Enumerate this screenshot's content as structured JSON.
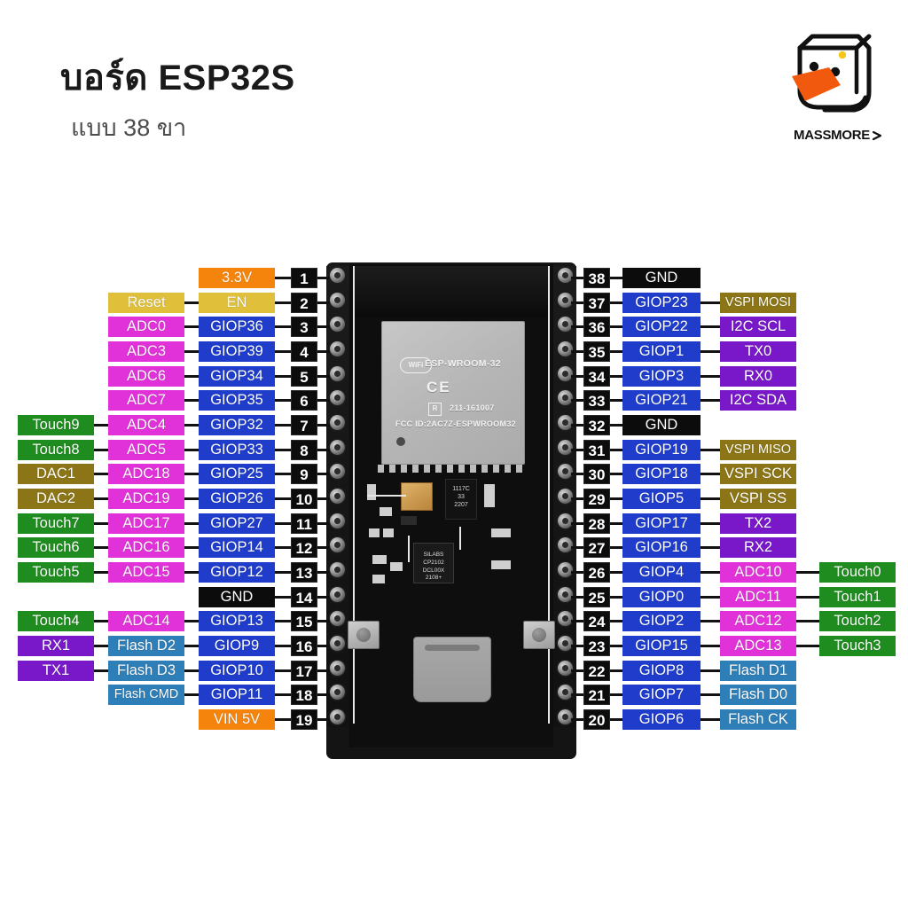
{
  "header": {
    "title": "บอร์ด ESP32S",
    "subtitle": "แบบ 38 ขา"
  },
  "logo": {
    "brand": "MASSMORE",
    "icon": "box-duck-mascot-icon",
    "accent_color": "#f15a0e",
    "dot_color": "#f5c518"
  },
  "board": {
    "module": {
      "wifi_label": "WiFi",
      "name": "ESP-WROOM-32",
      "ce_mark": "CE",
      "r_mark": "R",
      "cert_number": "211-161007",
      "fcc_id": "FCC ID:2AC7Z-ESPWROOM32"
    },
    "usb_chip": "SILABS\nCP2102\nDCL00X\n2108+",
    "regulator": "1117C\n33\n2207",
    "connector": "usb-c-connector",
    "buttons": [
      "boot-button",
      "en-reset-button"
    ]
  },
  "colors": {
    "power_3v3": "#f5840c",
    "enable": "#e0c03a",
    "gpio": "#1f3ccb",
    "adc": "#e032d8",
    "touch": "#1e8c1e",
    "dac": "#8b7516",
    "uart": "#7818c8",
    "flash": "#2e7eb8",
    "ground": "#0c0c0c",
    "vspi": "#8b7516",
    "i2c": "#7818c8"
  },
  "left_pins": [
    {
      "num": "1",
      "gpio": "3.3V",
      "gpio_color": "c-orange",
      "alt1": "",
      "alt1_color": "",
      "alt2": "",
      "alt2_color": ""
    },
    {
      "num": "2",
      "gpio": "EN",
      "gpio_color": "c-gold",
      "alt1": "Reset",
      "alt1_color": "c-gold",
      "alt2": "",
      "alt2_color": ""
    },
    {
      "num": "3",
      "gpio": "GIOP36",
      "gpio_color": "c-blue",
      "alt1": "ADC0",
      "alt1_color": "c-magenta",
      "alt2": "",
      "alt2_color": ""
    },
    {
      "num": "4",
      "gpio": "GIOP39",
      "gpio_color": "c-blue",
      "alt1": "ADC3",
      "alt1_color": "c-magenta",
      "alt2": "",
      "alt2_color": ""
    },
    {
      "num": "5",
      "gpio": "GIOP34",
      "gpio_color": "c-blue",
      "alt1": "ADC6",
      "alt1_color": "c-magenta",
      "alt2": "",
      "alt2_color": ""
    },
    {
      "num": "6",
      "gpio": "GIOP35",
      "gpio_color": "c-blue",
      "alt1": "ADC7",
      "alt1_color": "c-magenta",
      "alt2": "",
      "alt2_color": ""
    },
    {
      "num": "7",
      "gpio": "GIOP32",
      "gpio_color": "c-blue",
      "alt1": "ADC4",
      "alt1_color": "c-magenta",
      "alt2": "Touch9",
      "alt2_color": "c-green"
    },
    {
      "num": "8",
      "gpio": "GIOP33",
      "gpio_color": "c-blue",
      "alt1": "ADC5",
      "alt1_color": "c-magenta",
      "alt2": "Touch8",
      "alt2_color": "c-green"
    },
    {
      "num": "9",
      "gpio": "GIOP25",
      "gpio_color": "c-blue",
      "alt1": "ADC18",
      "alt1_color": "c-magenta",
      "alt2": "DAC1",
      "alt2_color": "c-olive"
    },
    {
      "num": "10",
      "gpio": "GIOP26",
      "gpio_color": "c-blue",
      "alt1": "ADC19",
      "alt1_color": "c-magenta",
      "alt2": "DAC2",
      "alt2_color": "c-olive"
    },
    {
      "num": "11",
      "gpio": "GIOP27",
      "gpio_color": "c-blue",
      "alt1": "ADC17",
      "alt1_color": "c-magenta",
      "alt2": "Touch7",
      "alt2_color": "c-green"
    },
    {
      "num": "12",
      "gpio": "GIOP14",
      "gpio_color": "c-blue",
      "alt1": "ADC16",
      "alt1_color": "c-magenta",
      "alt2": "Touch6",
      "alt2_color": "c-green"
    },
    {
      "num": "13",
      "gpio": "GIOP12",
      "gpio_color": "c-blue",
      "alt1": "ADC15",
      "alt1_color": "c-magenta",
      "alt2": "Touch5",
      "alt2_color": "c-green"
    },
    {
      "num": "14",
      "gpio": "GND",
      "gpio_color": "c-black",
      "alt1": "",
      "alt1_color": "",
      "alt2": "",
      "alt2_color": ""
    },
    {
      "num": "15",
      "gpio": "GIOP13",
      "gpio_color": "c-blue",
      "alt1": "ADC14",
      "alt1_color": "c-magenta",
      "alt2": "Touch4",
      "alt2_color": "c-green"
    },
    {
      "num": "16",
      "gpio": "GIOP9",
      "gpio_color": "c-blue",
      "alt1": "Flash D2",
      "alt1_color": "c-flash",
      "alt2": "RX1",
      "alt2_color": "c-purple"
    },
    {
      "num": "17",
      "gpio": "GIOP10",
      "gpio_color": "c-blue",
      "alt1": "Flash D3",
      "alt1_color": "c-flash",
      "alt2": "TX1",
      "alt2_color": "c-purple"
    },
    {
      "num": "18",
      "gpio": "GIOP11",
      "gpio_color": "c-blue",
      "alt1": "Flash CMD",
      "alt1_color": "c-flash",
      "alt2": "",
      "alt2_color": ""
    },
    {
      "num": "19",
      "gpio": "VIN 5V",
      "gpio_color": "c-orange",
      "alt1": "",
      "alt1_color": "",
      "alt2": "",
      "alt2_color": ""
    }
  ],
  "right_pins": [
    {
      "num": "38",
      "gpio": "GND",
      "gpio_color": "c-black",
      "alt1": "",
      "alt1_color": "",
      "alt2": "",
      "alt2_color": ""
    },
    {
      "num": "37",
      "gpio": "GIOP23",
      "gpio_color": "c-blue",
      "alt1": "VSPI MOSI",
      "alt1_color": "c-olive",
      "alt2": "",
      "alt2_color": ""
    },
    {
      "num": "36",
      "gpio": "GIOP22",
      "gpio_color": "c-blue",
      "alt1": "I2C SCL",
      "alt1_color": "c-purple",
      "alt2": "",
      "alt2_color": ""
    },
    {
      "num": "35",
      "gpio": "GIOP1",
      "gpio_color": "c-blue",
      "alt1": "TX0",
      "alt1_color": "c-purple",
      "alt2": "",
      "alt2_color": ""
    },
    {
      "num": "34",
      "gpio": "GIOP3",
      "gpio_color": "c-blue",
      "alt1": "RX0",
      "alt1_color": "c-purple",
      "alt2": "",
      "alt2_color": ""
    },
    {
      "num": "33",
      "gpio": "GIOP21",
      "gpio_color": "c-blue",
      "alt1": "I2C SDA",
      "alt1_color": "c-purple",
      "alt2": "",
      "alt2_color": ""
    },
    {
      "num": "32",
      "gpio": "GND",
      "gpio_color": "c-black",
      "alt1": "",
      "alt1_color": "",
      "alt2": "",
      "alt2_color": ""
    },
    {
      "num": "31",
      "gpio": "GIOP19",
      "gpio_color": "c-blue",
      "alt1": "VSPI MISO",
      "alt1_color": "c-olive",
      "alt2": "",
      "alt2_color": ""
    },
    {
      "num": "30",
      "gpio": "GIOP18",
      "gpio_color": "c-blue",
      "alt1": "VSPI SCK",
      "alt1_color": "c-olive",
      "alt2": "",
      "alt2_color": ""
    },
    {
      "num": "29",
      "gpio": "GIOP5",
      "gpio_color": "c-blue",
      "alt1": "VSPI SS",
      "alt1_color": "c-olive",
      "alt2": "",
      "alt2_color": ""
    },
    {
      "num": "28",
      "gpio": "GIOP17",
      "gpio_color": "c-blue",
      "alt1": "TX2",
      "alt1_color": "c-purple",
      "alt2": "",
      "alt2_color": ""
    },
    {
      "num": "27",
      "gpio": "GIOP16",
      "gpio_color": "c-blue",
      "alt1": "RX2",
      "alt1_color": "c-purple",
      "alt2": "",
      "alt2_color": ""
    },
    {
      "num": "26",
      "gpio": "GIOP4",
      "gpio_color": "c-blue",
      "alt1": "ADC10",
      "alt1_color": "c-magenta",
      "alt2": "Touch0",
      "alt2_color": "c-green"
    },
    {
      "num": "25",
      "gpio": "GIOP0",
      "gpio_color": "c-blue",
      "alt1": "ADC11",
      "alt1_color": "c-magenta",
      "alt2": "Touch1",
      "alt2_color": "c-green"
    },
    {
      "num": "24",
      "gpio": "GIOP2",
      "gpio_color": "c-blue",
      "alt1": "ADC12",
      "alt1_color": "c-magenta",
      "alt2": "Touch2",
      "alt2_color": "c-green"
    },
    {
      "num": "23",
      "gpio": "GIOP15",
      "gpio_color": "c-blue",
      "alt1": "ADC13",
      "alt1_color": "c-magenta",
      "alt2": "Touch3",
      "alt2_color": "c-green"
    },
    {
      "num": "22",
      "gpio": "GIOP8",
      "gpio_color": "c-blue",
      "alt1": "Flash D1",
      "alt1_color": "c-flash",
      "alt2": "",
      "alt2_color": ""
    },
    {
      "num": "21",
      "gpio": "GIOP7",
      "gpio_color": "c-blue",
      "alt1": "Flash D0",
      "alt1_color": "c-flash",
      "alt2": "",
      "alt2_color": ""
    },
    {
      "num": "20",
      "gpio": "GIOP6",
      "gpio_color": "c-blue",
      "alt1": "Flash CK",
      "alt1_color": "c-flash",
      "alt2": "",
      "alt2_color": ""
    }
  ]
}
